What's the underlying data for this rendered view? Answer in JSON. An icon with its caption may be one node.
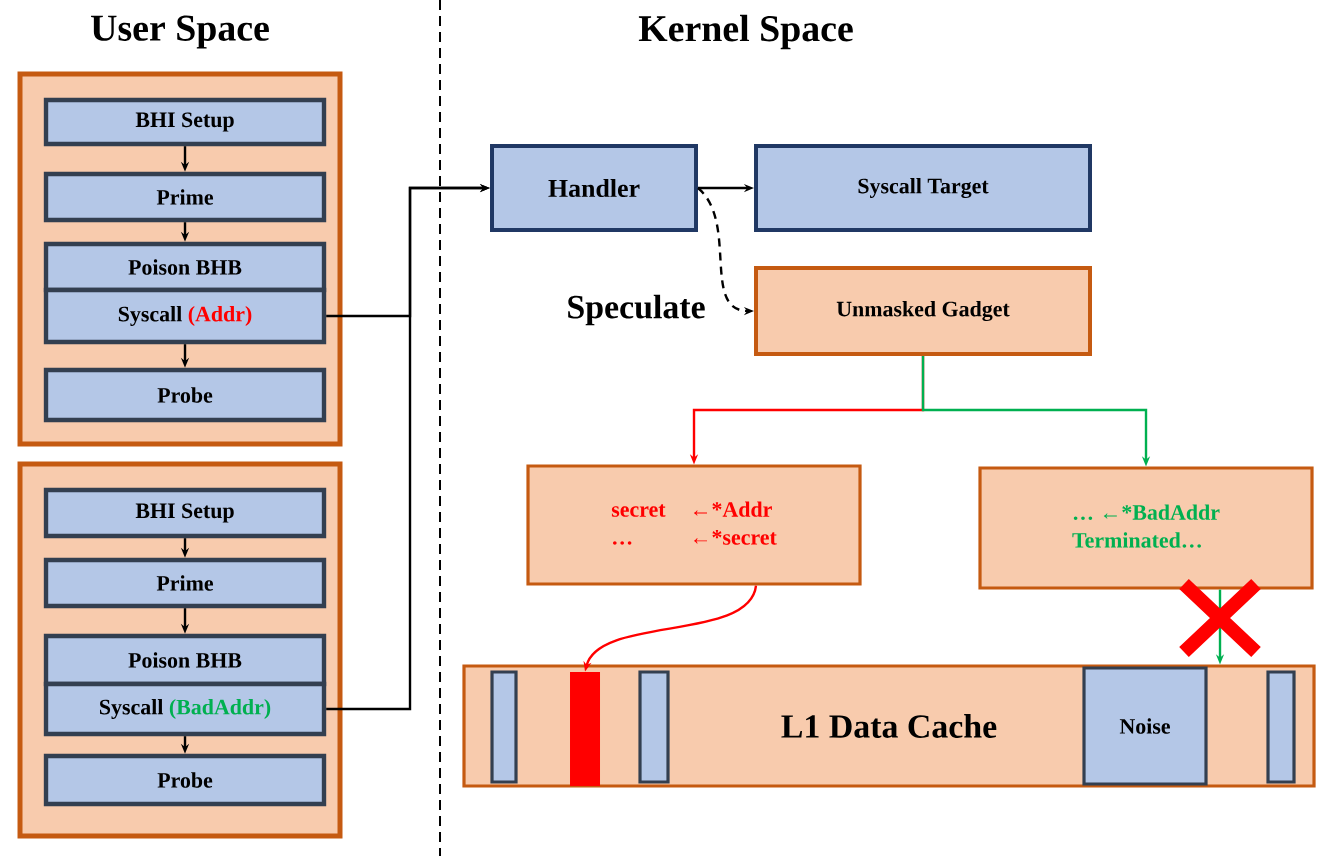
{
  "diagram": {
    "nodes": [
      {
        "text": [],
        "shape": "box"
      },
      {
        "text": [
          "BHI Setup"
        ],
        "in": 0
      },
      {
        "text": [
          "Prime"
        ],
        "in": 0
      },
      {
        "text": [
          "Poison BHB"
        ],
        "in": 0
      },
      {
        "text": [
          "Syscall",
          "(Addr)"
        ],
        "in": 0
      },
      {
        "text": [
          "Probe"
        ],
        "in": 0
      },
      {
        "text": [],
        "shape": "box"
      },
      {
        "text": [
          "BHI Setup"
        ],
        "in": 6
      },
      {
        "text": [
          "Prime"
        ],
        "in": 6
      },
      {
        "text": [
          "Poison BHB"
        ],
        "in": 6
      },
      {
        "text": [
          "Syscall",
          "(BadAddr)"
        ],
        "in": 6
      },
      {
        "text": [
          "Probe"
        ],
        "in": 6
      },
      {
        "text": [
          "Handler"
        ]
      },
      {
        "text": [
          "Syscall Target"
        ]
      },
      {
        "text": [
          "Unmasked Gadget"
        ]
      },
      {
        "text": [
          "secret",
          "←*Addr",
          "…",
          "←*secret"
        ]
      },
      {
        "text": [
          "… ←*BadAddr",
          "Terminated…"
        ]
      },
      {
        "text": [
          "L1 Data Cache"
        ]
      },
      {
        "text": [
          "Noise"
        ],
        "in": 17
      },
      {
        "text": [],
        "shape": "bar",
        "in": 17
      }
    ],
    "edges": [
      {
        "from": 1,
        "to": 2,
        "arrow": "to"
      },
      {
        "from": 2,
        "to": 3,
        "arrow": "to"
      },
      {
        "from": 4,
        "to": 5,
        "arrow": "to"
      },
      {
        "from": 7,
        "to": 8,
        "arrow": "to"
      },
      {
        "from": 8,
        "to": 9,
        "arrow": "to"
      },
      {
        "from": 10,
        "to": 11,
        "arrow": "to"
      },
      {
        "from": 4,
        "to": 12,
        "arrow": "to"
      },
      {
        "from": 10,
        "to": 12,
        "arrow": "to"
      },
      {
        "from": 12,
        "to": 13,
        "arrow": "to"
      },
      {
        "from": 12,
        "to": 14,
        "arrow": "to",
        "style": "dashed",
        "label": "Speculate"
      },
      {
        "from": 14,
        "to": 15,
        "arrow": "to",
        "color": "#ff0000"
      },
      {
        "from": 14,
        "to": 16,
        "arrow": "to",
        "color": "#00b050"
      },
      {
        "from": 15,
        "to": 19,
        "arrow": "to",
        "color": "#ff0000"
      },
      {
        "from": 16,
        "to": 17,
        "arrow": "to",
        "color": "#00b050"
      }
    ],
    "labels": [
      "User Space",
      "Kernel Space"
    ]
  }
}
